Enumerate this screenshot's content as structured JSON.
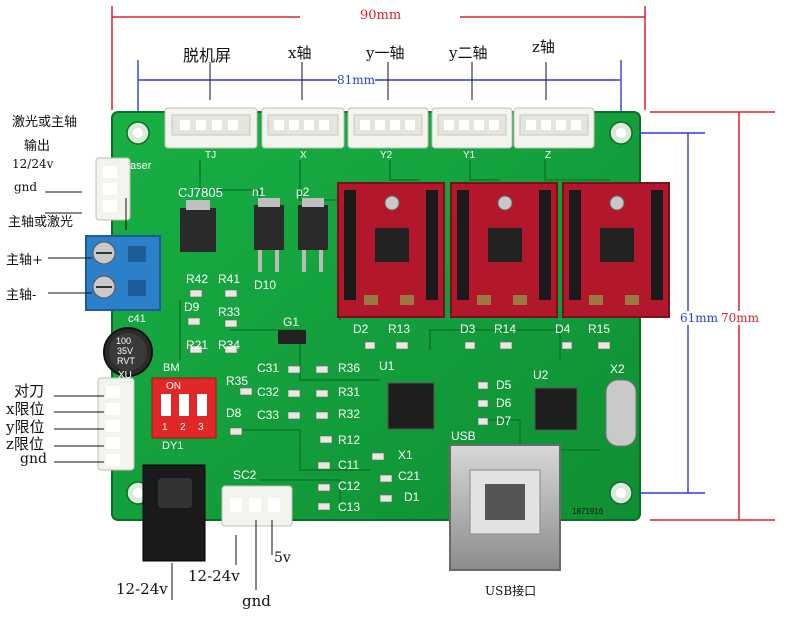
{
  "dimensions": {
    "width_total": "90mm",
    "width_holes": "81mm",
    "height_holes": "61mm",
    "height_total": "70mm"
  },
  "colors": {
    "pcb": "#15a33c",
    "pcb_dark": "#0d7d2a",
    "dim_red": "#d8232a",
    "dim_blue": "#2a3fd1",
    "driver_red": "#b3172b"
  },
  "top_labels": {
    "screen": "脱机屏",
    "x_axis": "x轴",
    "y1_axis": "y一轴",
    "y2_axis": "y二轴",
    "z_axis": "z轴"
  },
  "left_labels": {
    "laser_or_spindle_out_line1": "激光或主轴",
    "laser_or_spindle_out_line2": "输出",
    "v12_24": "12/24v",
    "gnd": "gnd",
    "spindle_or_laser": "主轴或激光",
    "spindle_plus": "主轴+",
    "spindle_minus": "主轴-",
    "tool_setting": "对刀",
    "x_limit": "x限位",
    "y_limit": "y限位",
    "z_limit": "z限位",
    "gnd2": "gnd"
  },
  "bottom_labels": {
    "dc_in": "12-24v",
    "sc2_power": "12-24v",
    "sc2_gnd": "gnd",
    "sc2_5v": "5v",
    "usb_port": "USB接口"
  },
  "silkscreen": {
    "tj": "TJ",
    "x": "X",
    "y2": "Y2",
    "y1": "Y1",
    "z": "Z",
    "laser": "aser",
    "cj7805": "CJ7805",
    "n1": "n1",
    "p2": "p2",
    "d10": "D10",
    "r42": "R42",
    "r41": "R41",
    "d9": "D9",
    "r33": "R33",
    "c41": "c41",
    "r21": "R21",
    "r34": "R34",
    "g1": "G1",
    "bm": "BM",
    "xu": "XU",
    "r35": "R35",
    "d8": "D8",
    "dy1": "DY1",
    "on": "ON",
    "sw_nums": [
      "1",
      "2",
      "3"
    ],
    "c31": "C31",
    "c32": "C32",
    "c33": "C33",
    "r36": "R36",
    "r31": "R31",
    "r32": "R32",
    "r12": "R12",
    "c11": "C11",
    "c12": "C12",
    "c13": "C13",
    "x1": "X1",
    "c21": "C21",
    "d1": "D1",
    "u1": "U1",
    "u2": "U2",
    "x2": "X2",
    "d5": "D5",
    "d6": "D6",
    "d7": "D7",
    "usb": "USB",
    "d2": "D2",
    "r13": "R13",
    "d3": "D3",
    "r14": "R14",
    "d4": "D4",
    "r15": "R15",
    "sc2": "SC2",
    "serial": "1871916",
    "cap_line1": "100",
    "cap_line2": "35V",
    "cap_line3": "RVT"
  }
}
